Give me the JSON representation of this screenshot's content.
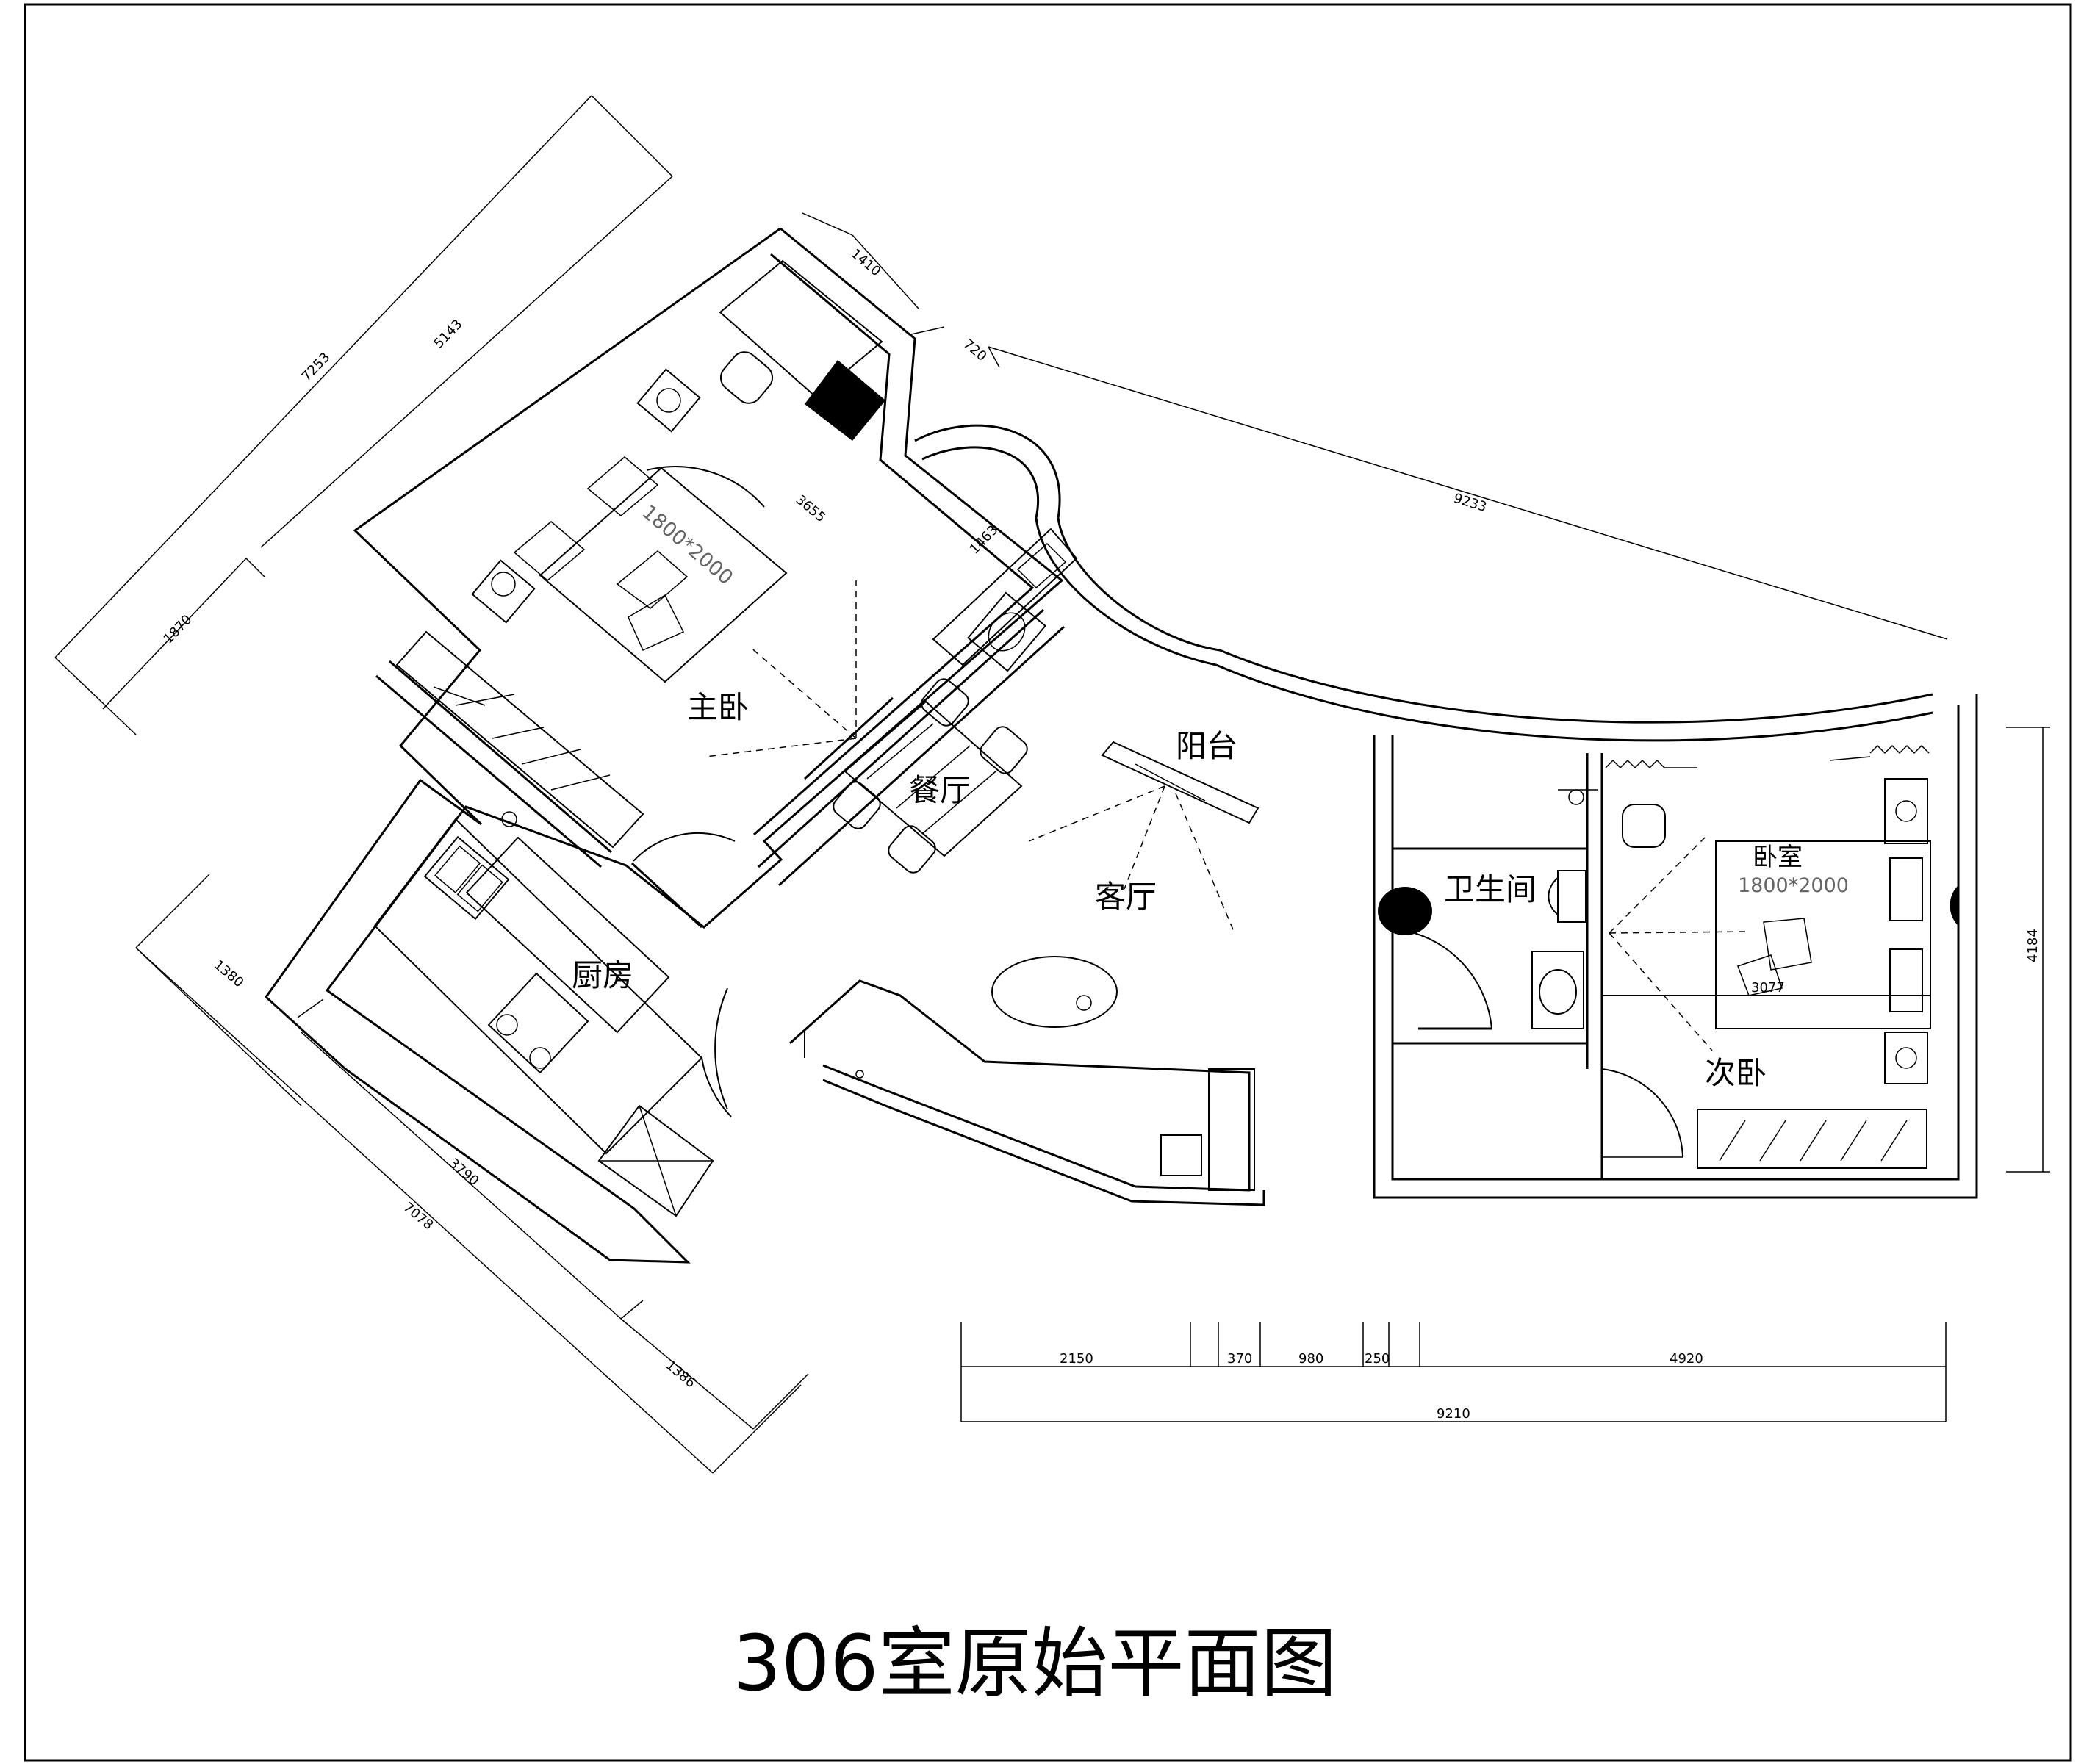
{
  "title": "306室原始平面图",
  "rooms": {
    "master_bedroom": "主卧",
    "dining": "餐厅",
    "balcony": "阳台",
    "living": "客厅",
    "kitchen": "厨房",
    "bathroom": "卫生间",
    "bedroom": "卧室",
    "second_bedroom": "次卧"
  },
  "bed_sizes": {
    "master": "1800*2000",
    "second": "1800*2000"
  },
  "dimensions": {
    "d1410": "1410",
    "d720": "720",
    "d7253": "7253",
    "d5143": "5143",
    "d1870": "1870",
    "d3655": "3655",
    "d1463": "1463",
    "d9233": "9233",
    "d4184": "4184",
    "d3077": "3077",
    "d1380": "1380",
    "d3790": "3790",
    "d7078": "7078",
    "d1386": "1386",
    "bottom": [
      "2150",
      "370",
      "980",
      "250",
      "4920"
    ],
    "bottom_total": "9210"
  }
}
